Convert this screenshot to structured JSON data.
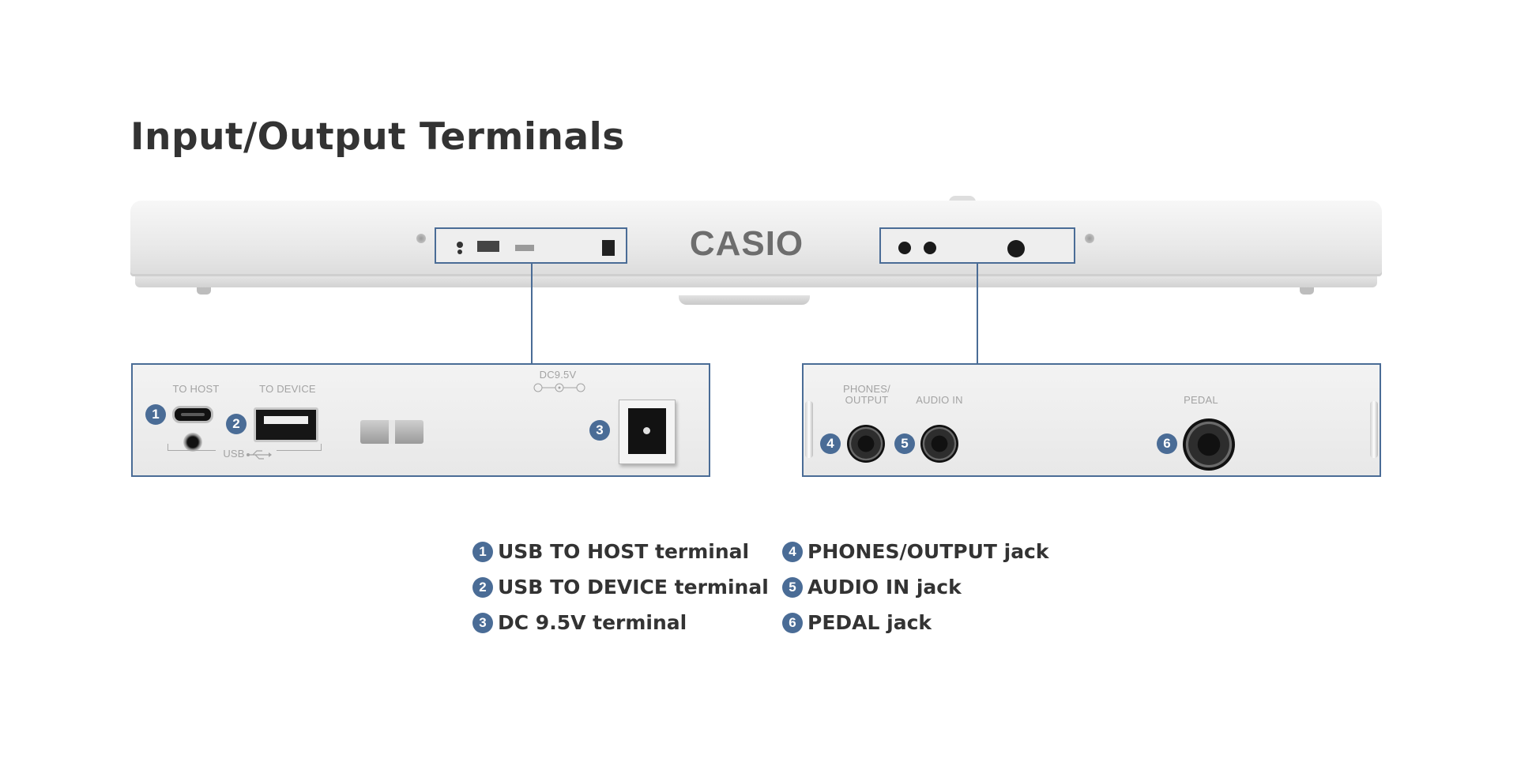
{
  "page": {
    "title": "Input/Output Terminals"
  },
  "keyboard": {
    "brand": "CASIO"
  },
  "left_panel": {
    "labels": {
      "to_host": "TO HOST",
      "to_device": "TO DEVICE",
      "usb": "USB",
      "dc": "DC9.5V"
    },
    "badges": [
      "1",
      "2",
      "3"
    ]
  },
  "right_panel": {
    "labels": {
      "phones_line1": "PHONES/",
      "phones_line2": "OUTPUT",
      "audio_in": "AUDIO IN",
      "pedal": "PEDAL"
    },
    "badges": [
      "4",
      "5",
      "6"
    ]
  },
  "legend": [
    {
      "num": "1",
      "text": "USB TO HOST terminal"
    },
    {
      "num": "2",
      "text": "USB TO DEVICE terminal"
    },
    {
      "num": "3",
      "text": "DC 9.5V terminal"
    },
    {
      "num": "4",
      "text": "PHONES/OUTPUT jack"
    },
    {
      "num": "5",
      "text": "AUDIO IN jack"
    },
    {
      "num": "6",
      "text": "PEDAL jack"
    }
  ],
  "colors": {
    "accent": "#4a6c96",
    "logo": "#6d6d6d"
  }
}
